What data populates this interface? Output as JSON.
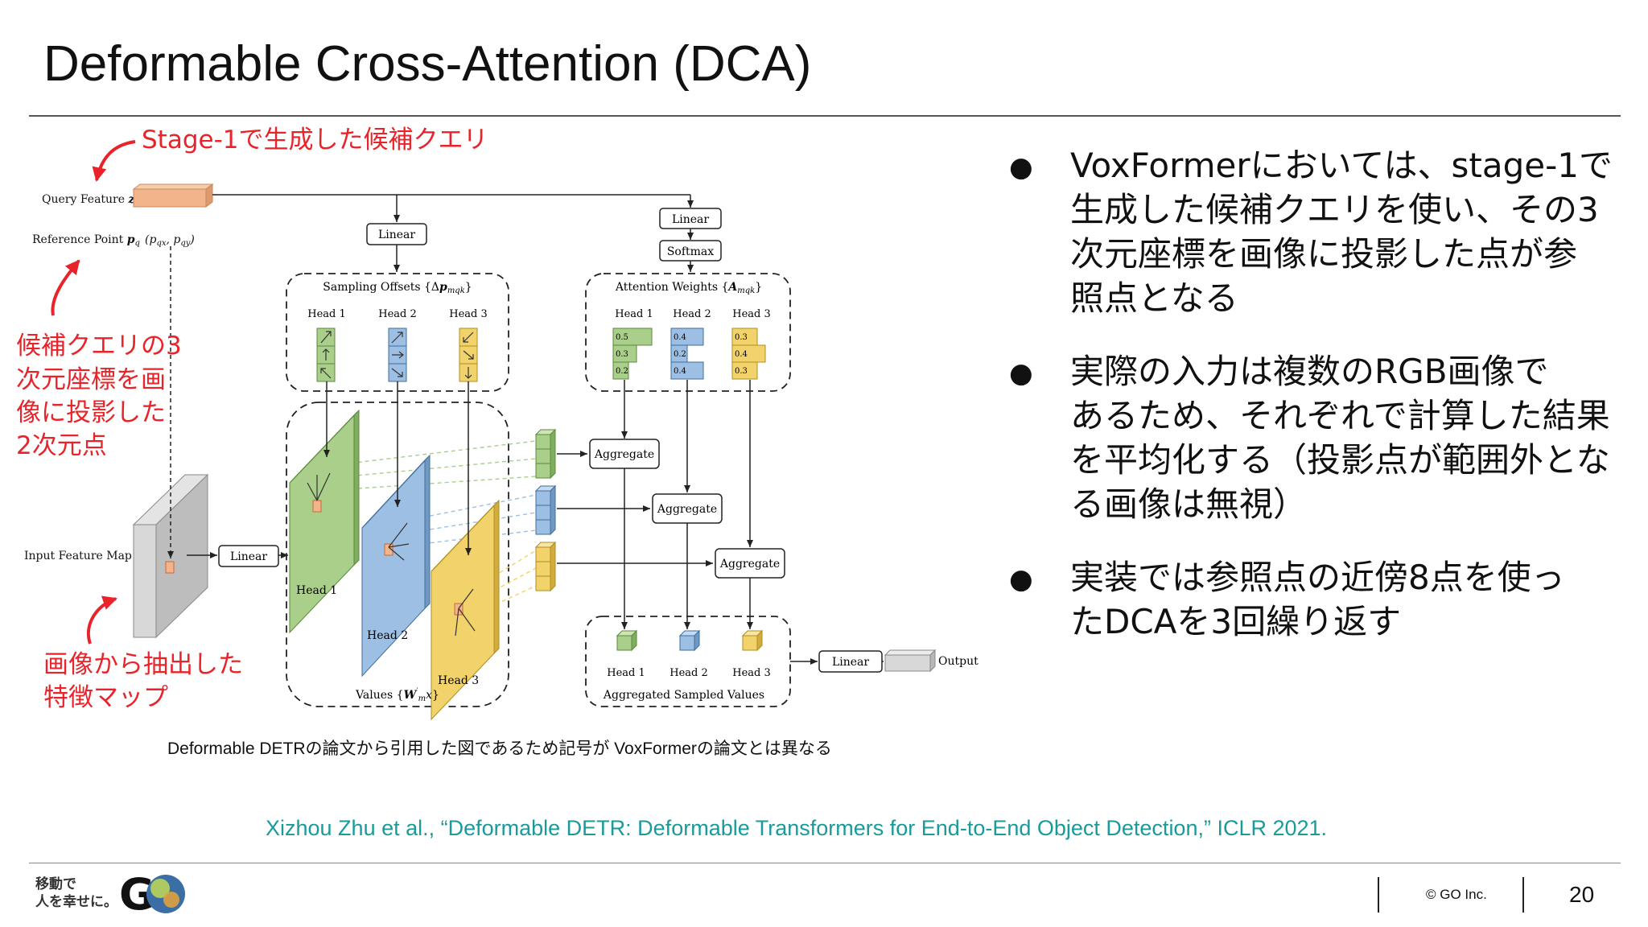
{
  "slide": {
    "title": "Deformable Cross-Attention (DCA)",
    "page_number": "20",
    "copyright": "© GO Inc.",
    "logo_tagline": "移動で\n人を幸せに。",
    "logo_text": "GO",
    "caption": "Deformable DETRの論文から引用した図であるため記号が VoxFormerの論文とは異なる",
    "citation": "Xizhou Zhu et al., “Deformable DETR: Deformable Transformers for End-to-End Object Detection,” ICLR 2021."
  },
  "bullets": [
    {
      "text": "VoxFormerにおいては、stage-1で\n生成した候補クエリを使い、その3\n次元座標を画像に投影した点が参\n照点となる"
    },
    {
      "text": "実際の入力は複数のRGB画像で\nあるため、それぞれで計算した結果\nを平均化する（投影点が範囲外とな\nる画像は無視）"
    },
    {
      "text": "実装では参照点の近傍8点を使っ\nたDCAを3回繰り返す"
    }
  ],
  "annotations": {
    "stage1": "Stage-1で生成した候補クエリ",
    "projected": "候補クエリの3\n次元座標を画\n像に投影した\n2次元点",
    "feature_map": "画像から抽出した\n特徴マップ"
  },
  "diagram": {
    "query_feature": "Query Feature z_q",
    "reference_point": "Reference Point p_q",
    "reference_coords": "(p_qx, p_qy)",
    "input_feature_map": "Input Feature Map x",
    "linear": "Linear",
    "softmax": "Softmax",
    "sampling_offsets": "Sampling Offsets {Δp_mqk}",
    "attention_weights": "Attention Weights {A_mqk}",
    "values": "Values {W'_m x}",
    "aggregated_sampled_values": "Aggregated Sampled Values",
    "aggregate": "Aggregate",
    "output": "Output",
    "heads": [
      "Head 1",
      "Head 2",
      "Head 3"
    ],
    "weights": [
      [
        "0.5",
        "0.3",
        "0.2"
      ],
      [
        "0.4",
        "0.2",
        "0.4"
      ],
      [
        "0.3",
        "0.4",
        "0.3"
      ]
    ]
  },
  "colors": {
    "annotation_red": "#e8242a",
    "citation_teal": "#1a9b9b",
    "head1": "#a9cf8a",
    "head2": "#9dbfe3",
    "head3": "#f2d26b",
    "query_orange": "#f2b48a"
  }
}
